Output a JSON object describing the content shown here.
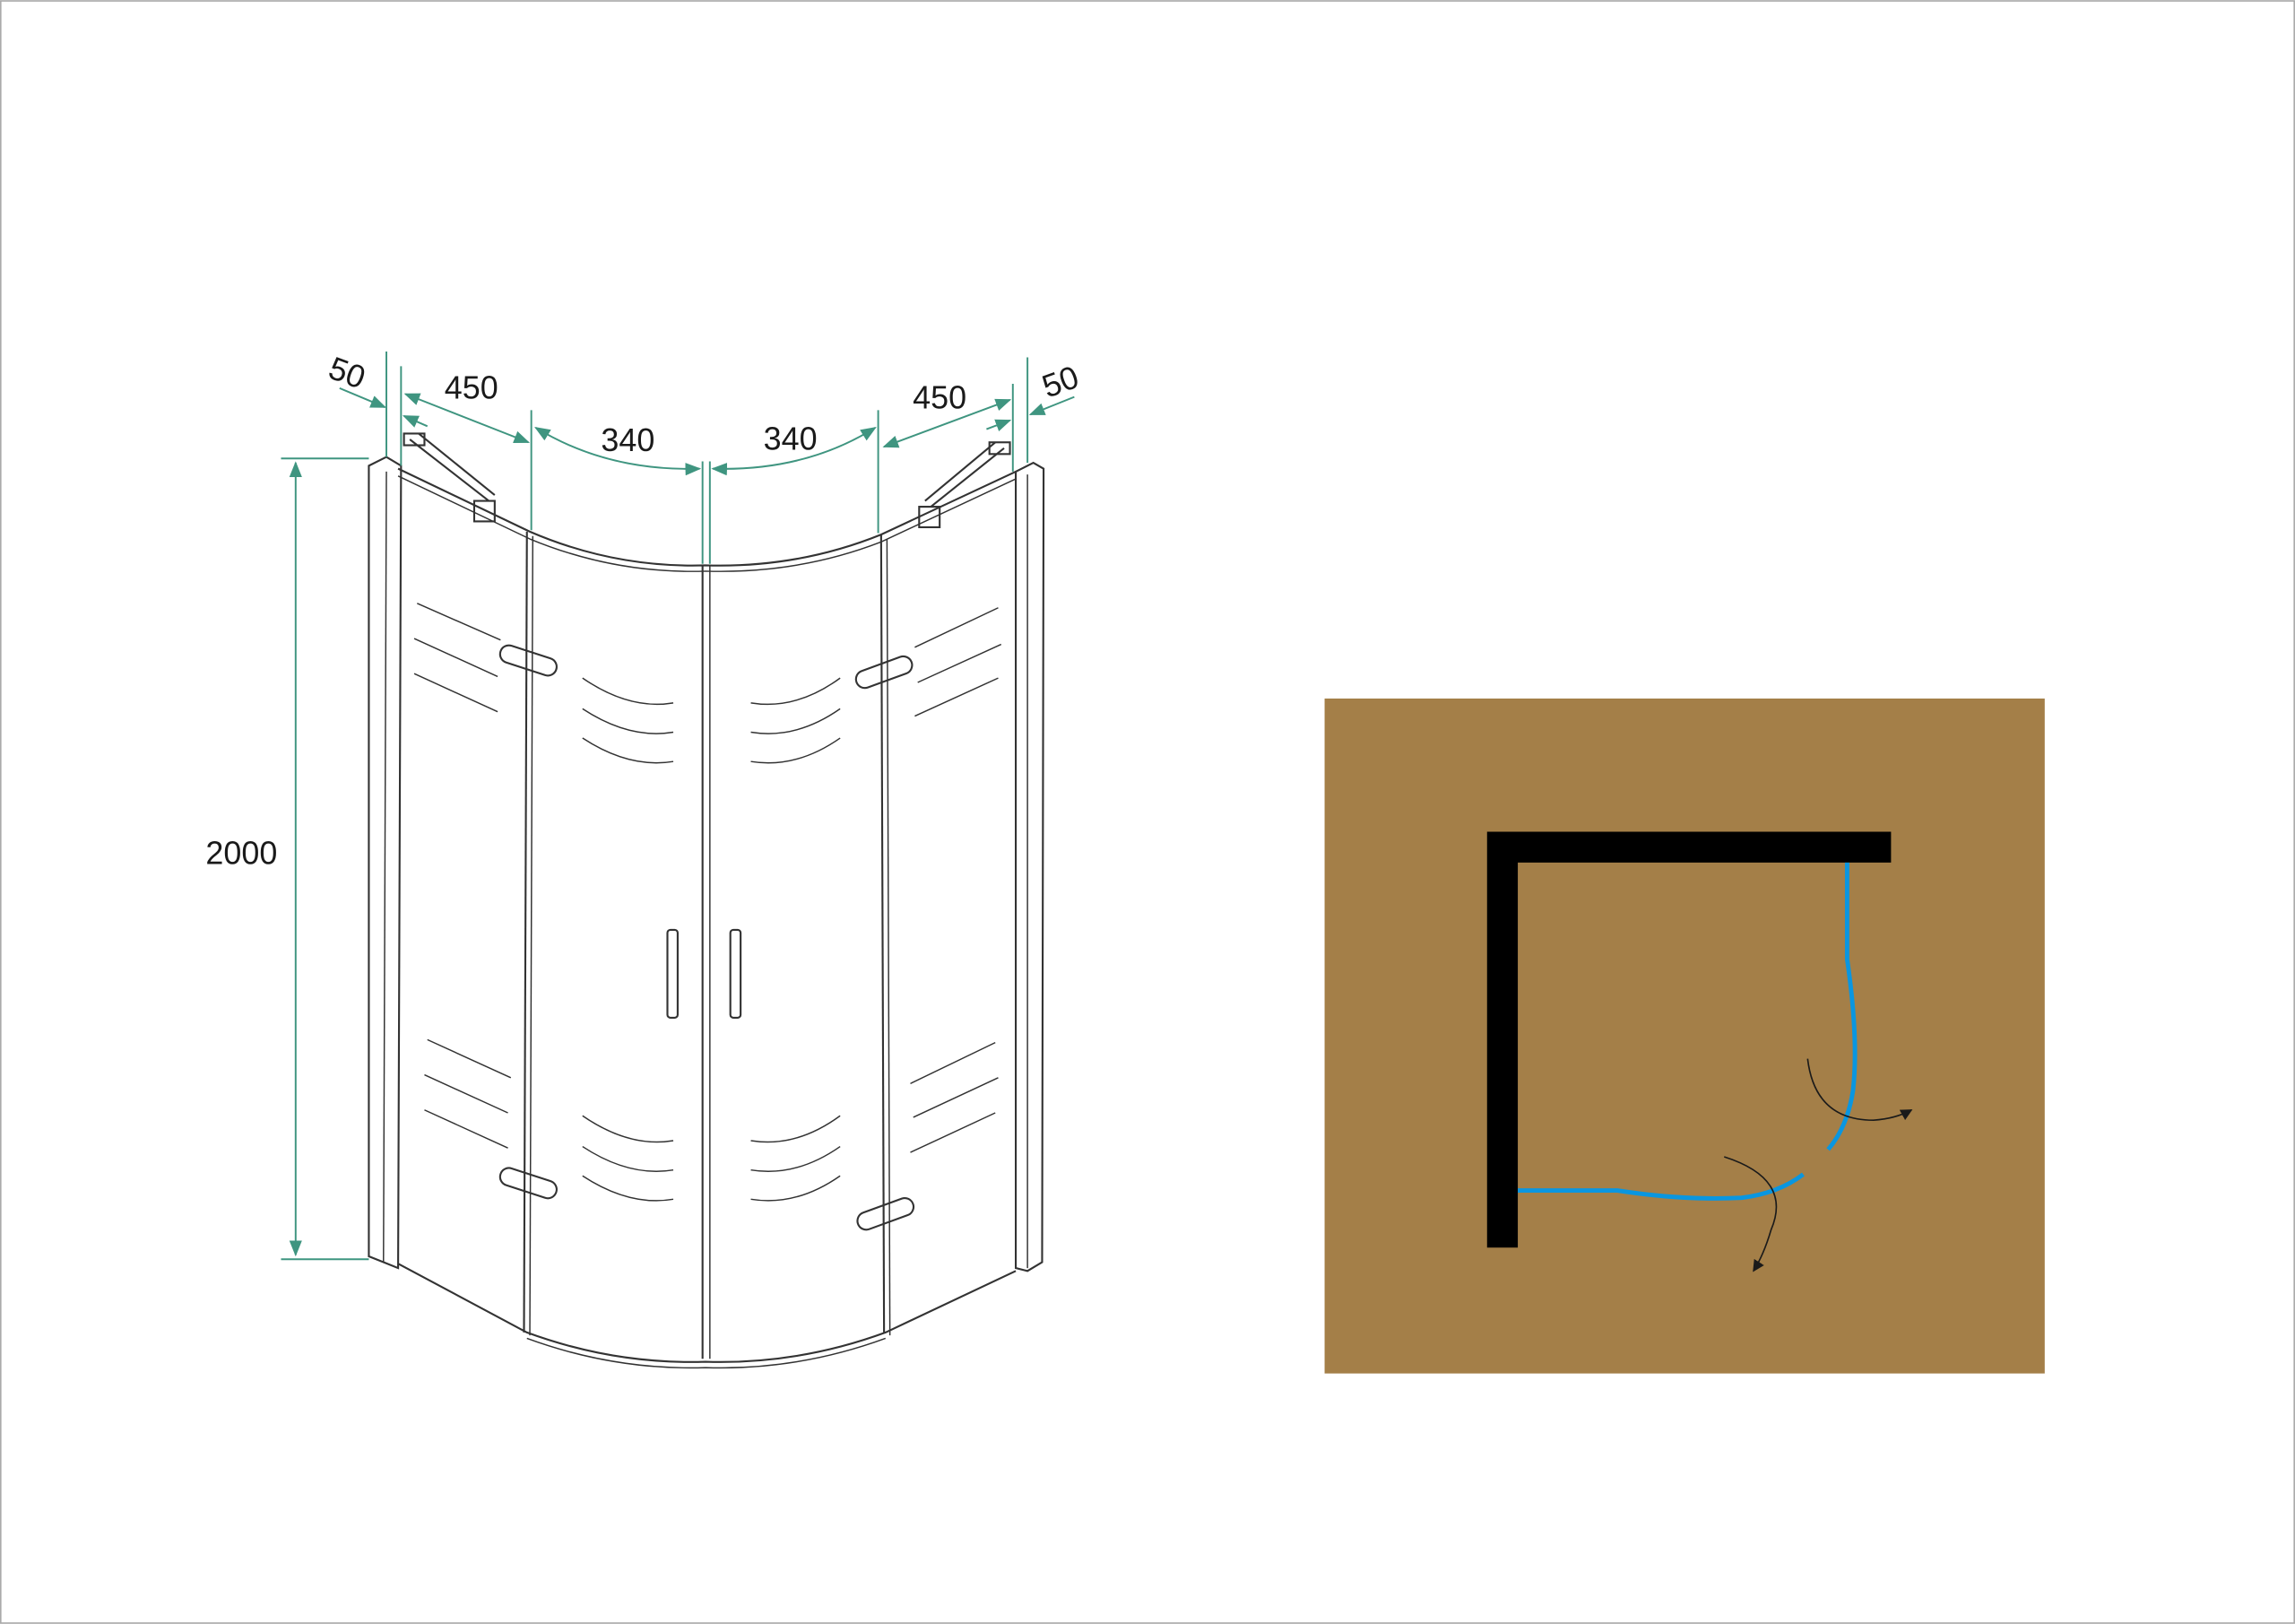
{
  "colors": {
    "dimension": "#3f9580",
    "plan_background": "#a47f48",
    "wall": "#000000",
    "glass": "#0a96e0",
    "frame": "#333333"
  },
  "elevation": {
    "height_label": "2000",
    "top_dimensions": [
      {
        "label": "50"
      },
      {
        "label": "450"
      },
      {
        "label": "340"
      },
      {
        "label": "340"
      },
      {
        "label": "450"
      },
      {
        "label": "50"
      }
    ]
  },
  "plan": {
    "icons": [
      "door-swing-arrow",
      "door-swing-arrow"
    ]
  }
}
